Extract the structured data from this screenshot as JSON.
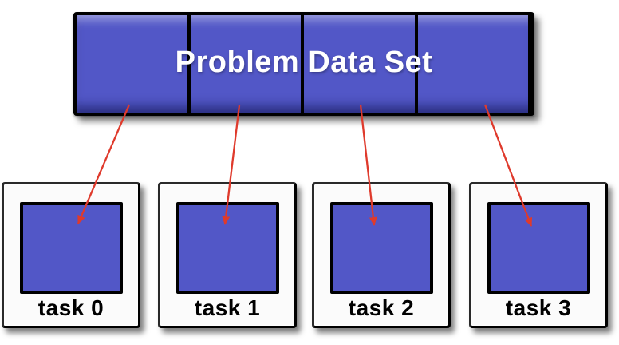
{
  "banner": {
    "label": "Problem Data Set",
    "segments": 4
  },
  "tasks": [
    {
      "id": "task-0",
      "label": "task 0"
    },
    {
      "id": "task-1",
      "label": "task 1"
    },
    {
      "id": "task-2",
      "label": "task 2"
    },
    {
      "id": "task-3",
      "label": "task 3"
    }
  ],
  "connections": [
    {
      "from": "banner-segment-0",
      "to": "task-0"
    },
    {
      "from": "banner-segment-1",
      "to": "task-1"
    },
    {
      "from": "banner-segment-2",
      "to": "task-2"
    },
    {
      "from": "banner-segment-3",
      "to": "task-3"
    }
  ],
  "colors": {
    "block_blue": "#5257C7",
    "arrow_red": "#DF3A2C",
    "outline_black": "#000000",
    "background": "#FFFFFF",
    "banner_text": "#FFFFFF",
    "task_text": "#000000"
  }
}
